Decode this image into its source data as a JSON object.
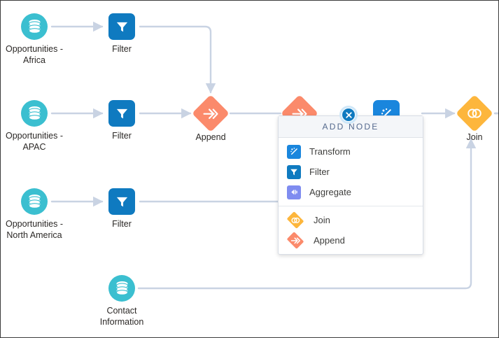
{
  "canvas": {
    "border_color": "#3c3c3c",
    "background": "#ffffff",
    "connector_color": "#c9d3e3"
  },
  "colors": {
    "source_teal": "#3bbfd0",
    "filter_blue": "#0f7ac0",
    "transform_blue": "#1a86dd",
    "aggregate_purple": "#7f8cf0",
    "append_orange": "#fb8a6b",
    "join_amber": "#fdb63c",
    "popup_header_bg": "#f4f6f9",
    "popup_header_text": "#54698d",
    "close_badge_blue": "#0f7ac0"
  },
  "flow": {
    "nodes": [
      {
        "id": "src-africa",
        "type": "data-source",
        "icon": "database-icon",
        "label": "Opportunities -\nAfrica"
      },
      {
        "id": "filter-africa",
        "type": "filter",
        "icon": "filter-icon",
        "label": "Filter"
      },
      {
        "id": "src-apac",
        "type": "data-source",
        "icon": "database-icon",
        "label": "Opportunities -\nAPAC"
      },
      {
        "id": "filter-apac",
        "type": "filter",
        "icon": "filter-icon",
        "label": "Filter"
      },
      {
        "id": "append",
        "type": "append",
        "icon": "append-icon",
        "label": "Append"
      },
      {
        "id": "src-north-america",
        "type": "data-source",
        "icon": "database-icon",
        "label": "Opportunities -\nNorth America"
      },
      {
        "id": "filter-north-america",
        "type": "filter",
        "icon": "filter-icon",
        "label": "Filter"
      },
      {
        "id": "src-contact-information",
        "type": "data-source",
        "icon": "database-icon",
        "label": "Contact\nInformation"
      },
      {
        "id": "join",
        "type": "join",
        "icon": "join-icon",
        "label": "Join"
      },
      {
        "id": "hidden-append",
        "type": "append",
        "icon": "append-icon",
        "label": ""
      },
      {
        "id": "hidden-transform",
        "type": "transform",
        "icon": "transform-icon",
        "label": ""
      }
    ]
  },
  "popup": {
    "title": "ADD NODE",
    "close_label": "✕",
    "groups": [
      {
        "items": [
          {
            "label": "Transform",
            "icon": "transform-icon",
            "color": "#1a86dd",
            "shape": "square"
          },
          {
            "label": "Filter",
            "icon": "filter-icon",
            "color": "#0f7ac0",
            "shape": "square"
          },
          {
            "label": "Aggregate",
            "icon": "aggregate-icon",
            "color": "#7f8cf0",
            "shape": "square"
          }
        ]
      },
      {
        "items": [
          {
            "label": "Join",
            "icon": "join-icon",
            "color": "#fdb63c",
            "shape": "diamond"
          },
          {
            "label": "Append",
            "icon": "append-icon",
            "color": "#fb8a6b",
            "shape": "diamond"
          }
        ]
      }
    ]
  }
}
